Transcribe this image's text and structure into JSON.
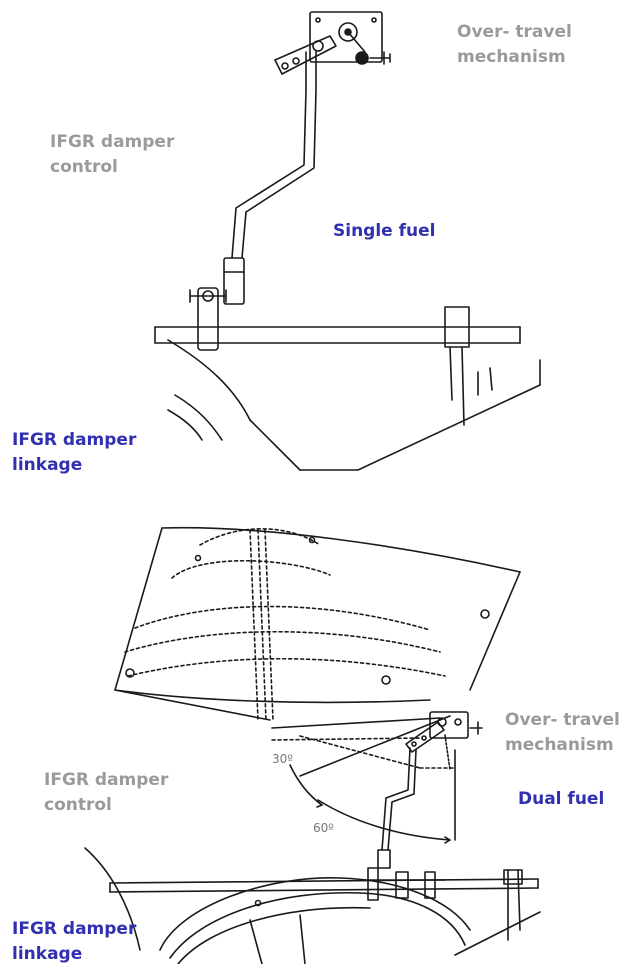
{
  "colors": {
    "label_gray": "#9a9a9a",
    "label_blue": "#3030b0",
    "line": "#1a1a1a"
  },
  "top": {
    "over_travel": [
      "Over- travel",
      "mechanism"
    ],
    "damper_control": [
      "IFGR damper",
      "control"
    ],
    "fuel_type": "Single fuel",
    "damper_linkage": [
      "IFGR damper",
      "linkage"
    ]
  },
  "bottom": {
    "over_travel": [
      "Over- travel",
      "mechanism"
    ],
    "damper_control": [
      "IFGR damper",
      "control"
    ],
    "fuel_type": "Dual fuel",
    "damper_linkage": [
      "IFGR damper",
      "linkage"
    ],
    "angle_30": "30º",
    "angle_60": "60º"
  }
}
